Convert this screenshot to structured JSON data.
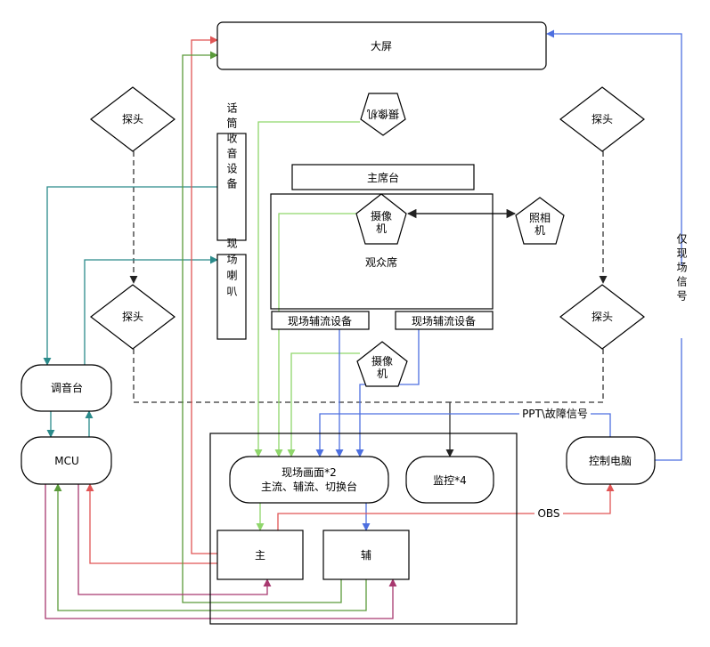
{
  "nodes": {
    "big_screen": "大屏",
    "probe_top_left": "探头",
    "probe_mid_left": "探头",
    "probe_top_right": "探头",
    "probe_mid_right": "探头",
    "camera_top": "摄像机",
    "mic_receiver": "话筒收音设备",
    "speaker": "现场喇叭",
    "rostrum": "主席台",
    "audience": "观众席",
    "camera_inner": "摄像\n机",
    "photo_camera": "照相\n机",
    "aux_stream_left": "现场辅流设备",
    "aux_stream_right": "现场辅流设备",
    "camera_bottom": "摄像\n机",
    "mixer": "调音台",
    "mcu": "MCU",
    "scene_picture": "现场画面*2\n主流、辅流、切换台",
    "monitor": "监控*4",
    "main": "主",
    "aux": "辅",
    "control_pc": "控制电脑"
  },
  "edge_labels": {
    "screen_only_signal": "仅现场信号",
    "ppt_fault_signal": "PPT\\故障信号",
    "obs": "OBS"
  },
  "colors": {
    "line_black": "#000000",
    "dashed_black": "#333333",
    "teal": "#2a8a8a",
    "light_green": "#8fd66b",
    "blue": "#4d6fe0",
    "red": "#e05555",
    "dark_green": "#5a9a3a",
    "magenta": "#a8386f"
  }
}
